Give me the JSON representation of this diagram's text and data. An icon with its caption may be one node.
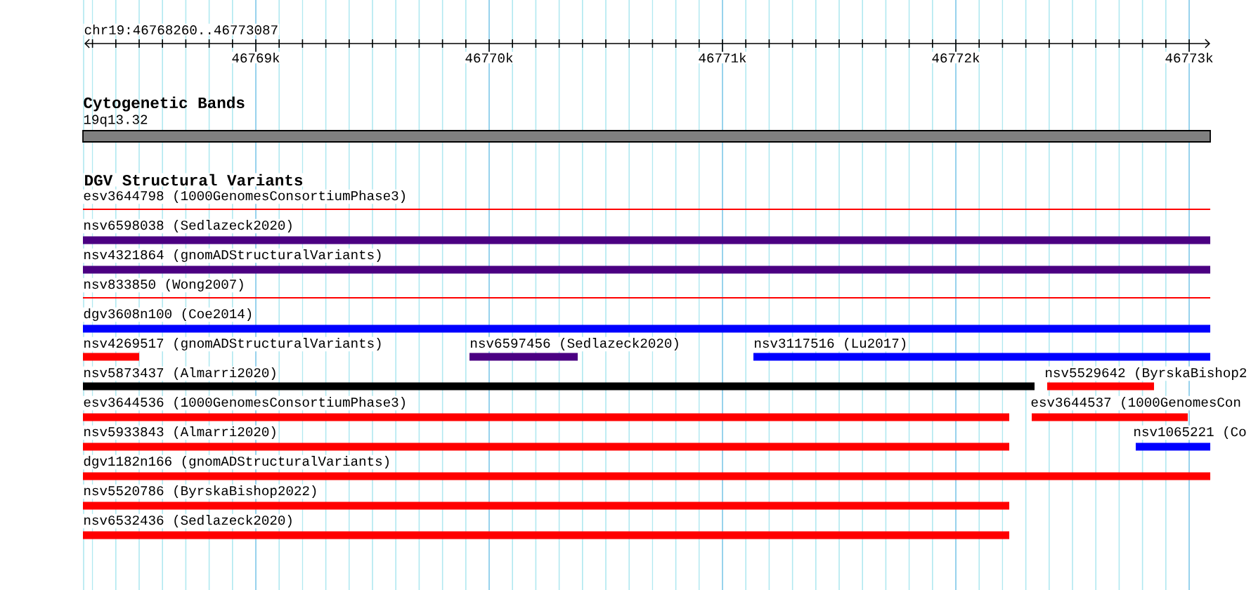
{
  "diagram": {
    "nodes": [
      {
        "text": [
          "Cytogenetic Bands",
          "19q13.32"
        ]
      },
      {
        "text": [
          "esv3644798 (1000GenomesConsortiumPhase3)"
        ]
      },
      {
        "text": [
          "nsv6598038 (Sedlazeck2020)"
        ]
      },
      {
        "text": [
          "nsv4321864 (gnomADStructuralVariants)"
        ]
      },
      {
        "text": [
          "nsv833850 (Wong2007)"
        ]
      },
      {
        "text": [
          "dgv3608n100 (Coe2014)"
        ]
      },
      {
        "text": [
          "nsv4269517 (gnomADStructuralVariants)"
        ]
      },
      {
        "text": [
          "nsv6597456 (Sedlazeck2020)"
        ]
      },
      {
        "text": [
          "nsv3117516 (Lu2017)"
        ]
      },
      {
        "text": [
          "nsv5873437 (Almarri2020)"
        ]
      },
      {
        "text": [
          "nsv5529642 (ByrskaBishop2"
        ]
      },
      {
        "text": [
          "esv3644536 (1000GenomesConsortiumPhase3)"
        ]
      },
      {
        "text": [
          "esv3644537 (1000GenomesCon"
        ]
      },
      {
        "text": [
          "nsv5933843 (Almarri2020)"
        ]
      },
      {
        "text": [
          "nsv1065221 (Co"
        ]
      },
      {
        "text": [
          "dgv1182n166 (gnomADStructuralVariants)"
        ]
      },
      {
        "text": [
          "nsv5520786 (ByrskaBishop2022)"
        ]
      },
      {
        "text": [
          "nsv6532436 (Sedlazeck2020)"
        ]
      }
    ],
    "labels": [
      "chr19:46768260..46773087",
      "46769k",
      "46770k",
      "46771k",
      "46772k",
      "46773k",
      "DGV Structural Variants"
    ]
  }
}
